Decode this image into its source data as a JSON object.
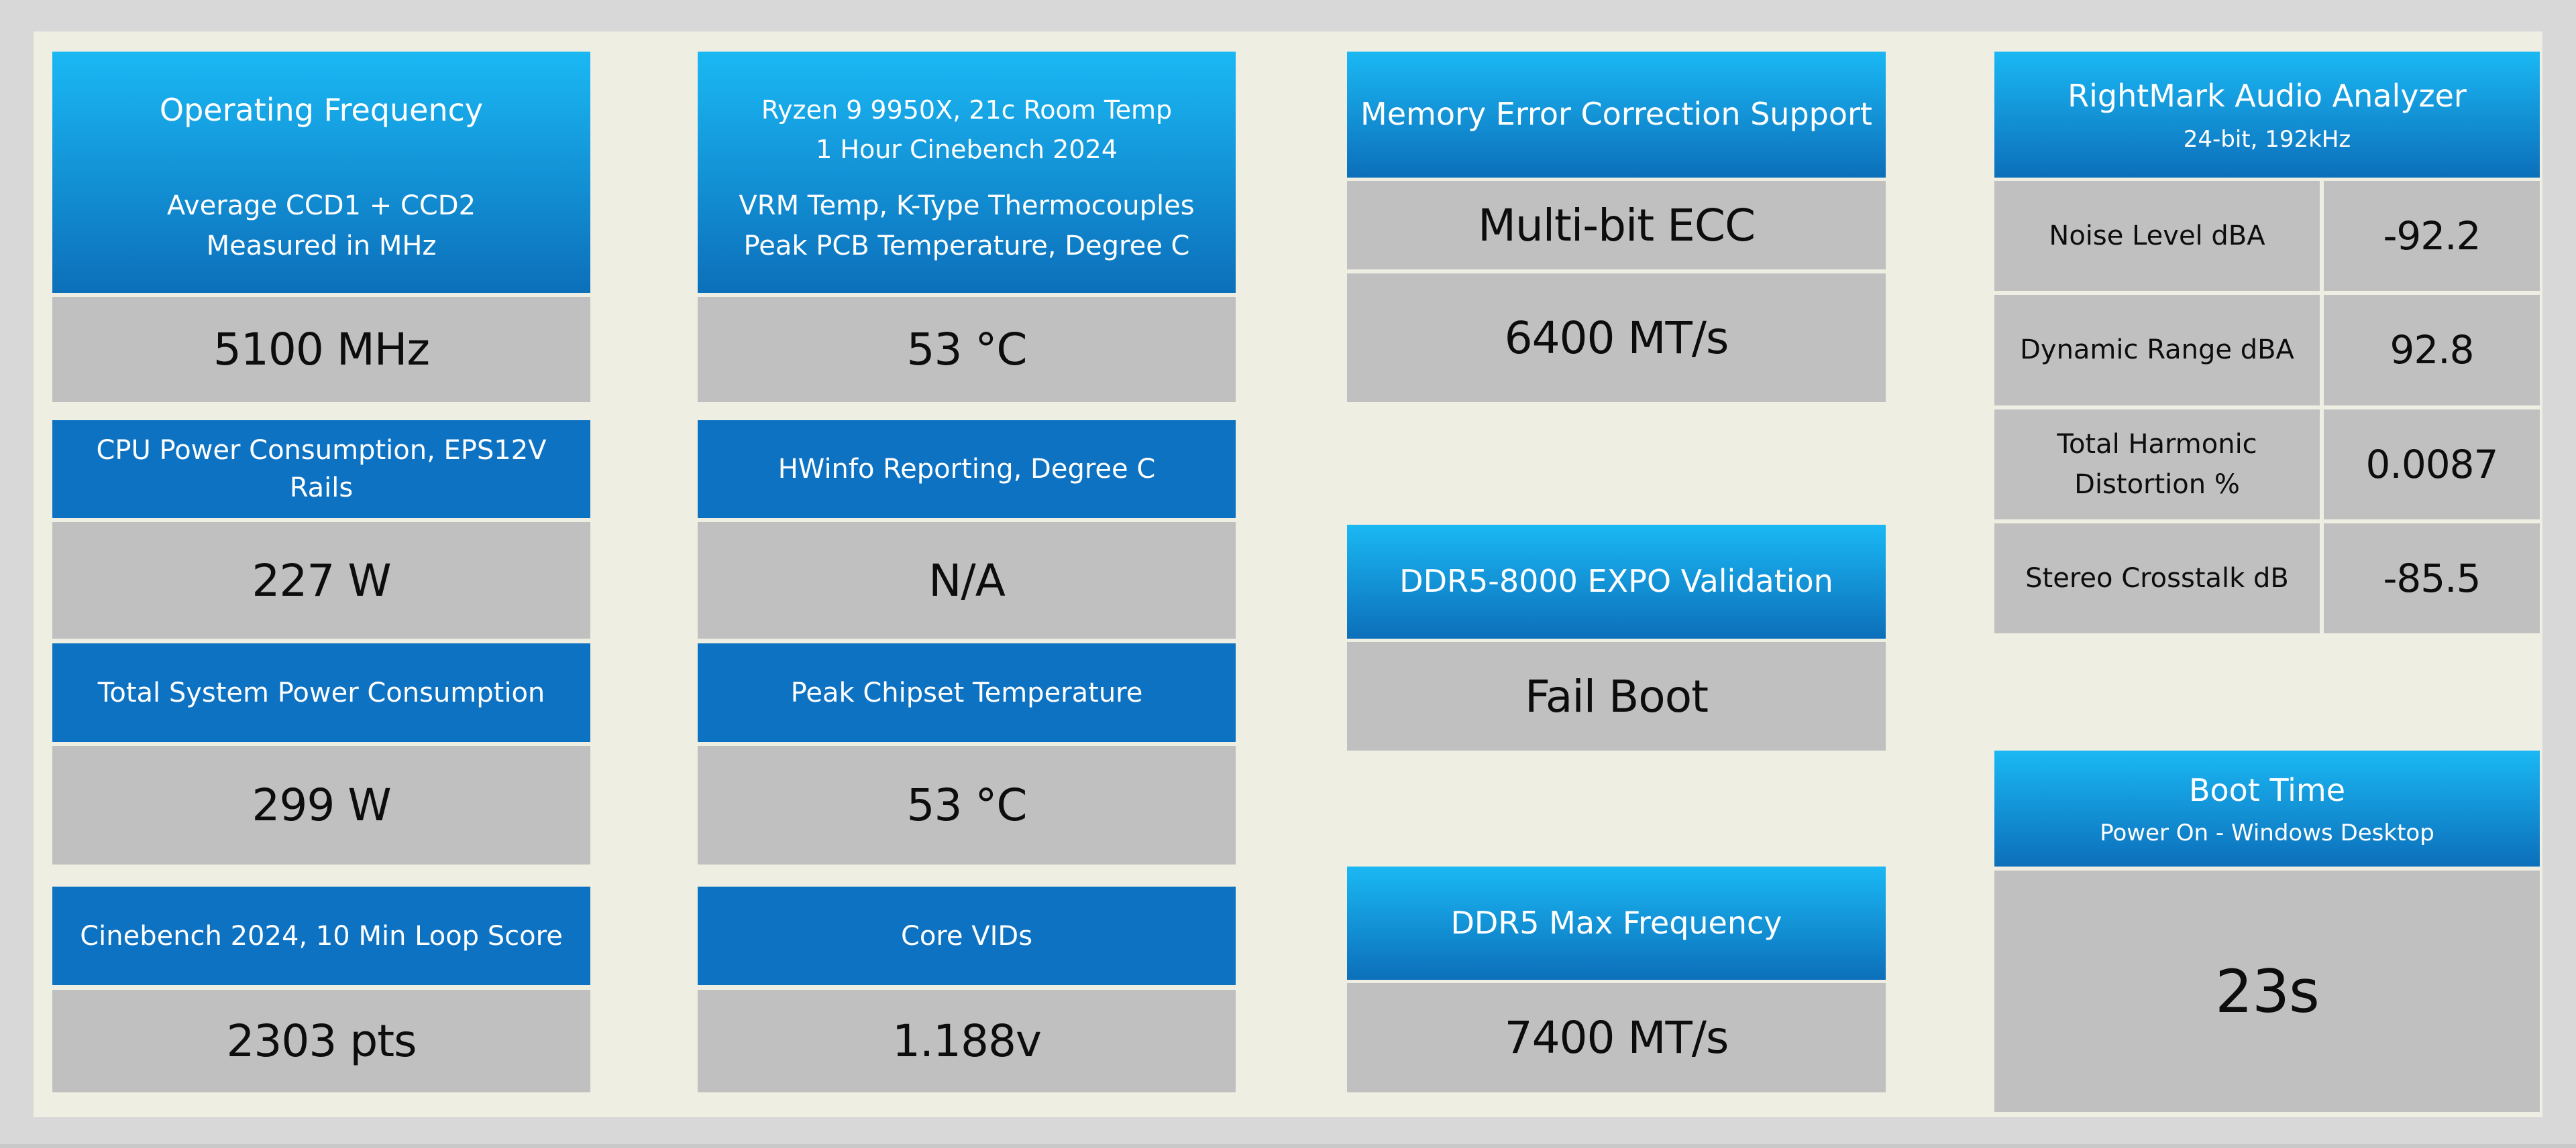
{
  "colors": {
    "bg-outer": "#d8d8d8",
    "bg-panel": "#efeee2",
    "blue-light": "#1ab8f4",
    "blue-dark": "#0c6fba",
    "blue-solid": "#0d72c2",
    "gray-cell": "#c0c0c0"
  },
  "col1": {
    "header": {
      "title": "Operating Frequency",
      "sub1": "Average CCD1 + CCD2",
      "sub2": "Measured in MHz"
    },
    "value1": "5100 MHz",
    "label2": "CPU Power Consumption, EPS12V Rails",
    "value2": "227 W",
    "label3": "Total System Power Consumption",
    "value3": "299 W",
    "label4": "Cinebench 2024, 10 Min Loop Score",
    "value4": "2303 pts"
  },
  "col2": {
    "header": {
      "title1": "Ryzen 9 9950X, 21c Room Temp",
      "title2": "1 Hour Cinebench 2024",
      "sub1": "VRM Temp, K-Type Thermocouples",
      "sub2": "Peak PCB Temperature, Degree C"
    },
    "value1": "53 °C",
    "label2": "HWinfo Reporting, Degree C",
    "value2": "N/A",
    "label3": "Peak Chipset Temperature",
    "value3": "53 °C",
    "label4": "Core VIDs",
    "value4": "1.188v"
  },
  "col3": {
    "block1": {
      "header": "Memory Error Correction Support",
      "value1": "Multi-bit ECC",
      "value2": "6400 MT/s"
    },
    "block2": {
      "header": "DDR5-8000 EXPO Validation",
      "value": "Fail Boot"
    },
    "block3": {
      "header": "DDR5 Max Frequency",
      "value": "7400 MT/s"
    }
  },
  "col4": {
    "audio": {
      "title": "RightMark Audio Analyzer",
      "subtitle": "24-bit, 192kHz",
      "rows": [
        {
          "label": "Noise Level dBA",
          "value": "-92.2"
        },
        {
          "label": "Dynamic Range dBA",
          "value": "92.8"
        },
        {
          "label": "Total Harmonic Distortion %",
          "value": "0.0087"
        },
        {
          "label": "Stereo Crosstalk dB",
          "value": "-85.5"
        }
      ]
    },
    "boot": {
      "title": "Boot Time",
      "subtitle": "Power On - Windows Desktop",
      "value": "23s"
    }
  },
  "chart_data": {
    "type": "table",
    "tables": [
      {
        "header": "Operating Frequency",
        "subheader": "Average CCD1 + CCD2 / Measured in MHz",
        "values": [
          "5100 MHz"
        ]
      },
      {
        "header": "CPU Power Consumption, EPS12V Rails",
        "values": [
          "227 W"
        ]
      },
      {
        "header": "Total System Power Consumption",
        "values": [
          "299 W"
        ]
      },
      {
        "header": "Cinebench 2024, 10 Min Loop Score",
        "values": [
          "2303 pts"
        ]
      },
      {
        "header": "Ryzen 9 9950X, 21c Room Temp / 1 Hour Cinebench 2024",
        "subheader": "VRM Temp, K-Type Thermocouples / Peak PCB Temperature, Degree C",
        "values": [
          "53 °C"
        ]
      },
      {
        "header": "HWinfo Reporting, Degree C",
        "values": [
          "N/A"
        ]
      },
      {
        "header": "Peak Chipset Temperature",
        "values": [
          "53 °C"
        ]
      },
      {
        "header": "Core VIDs",
        "values": [
          "1.188v"
        ]
      },
      {
        "header": "Memory Error Correction Support",
        "values": [
          "Multi-bit ECC",
          "6400 MT/s"
        ]
      },
      {
        "header": "DDR5-8000 EXPO Validation",
        "values": [
          "Fail Boot"
        ]
      },
      {
        "header": "DDR5 Max Frequency",
        "values": [
          "7400 MT/s"
        ]
      },
      {
        "header": "RightMark Audio Analyzer",
        "subheader": "24-bit, 192kHz",
        "rows": [
          [
            "Noise Level dBA",
            -92.2
          ],
          [
            "Dynamic Range dBA",
            92.8
          ],
          [
            "Total Harmonic Distortion %",
            0.0087
          ],
          [
            "Stereo Crosstalk dB",
            -85.5
          ]
        ]
      },
      {
        "header": "Boot Time",
        "subheader": "Power On - Windows Desktop",
        "values": [
          "23s"
        ]
      }
    ]
  }
}
